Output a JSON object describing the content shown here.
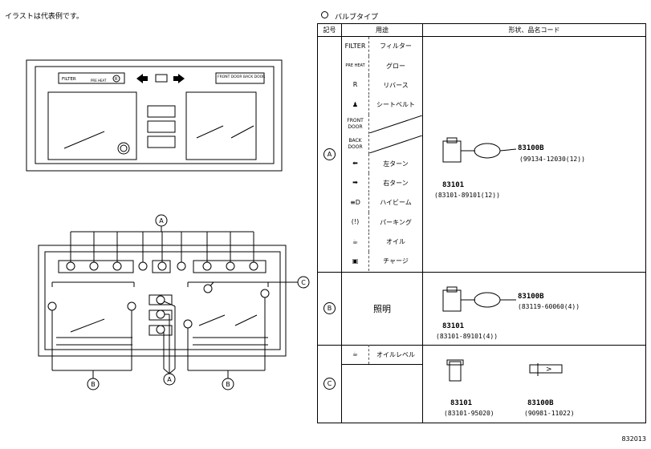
{
  "header": {
    "note": "イラストは代表例です。",
    "bulb_type_title": "バルブタイプ",
    "diagram_number": "832013"
  },
  "table": {
    "columns": [
      "記号",
      "用途",
      "形状、品名コード"
    ],
    "groups": [
      {
        "code": "A",
        "uses": [
          {
            "symbol": "FILTER",
            "label": "フィルター"
          },
          {
            "symbol": "PRE HEAT",
            "label": "グロー"
          },
          {
            "symbol": "R",
            "label": "リバース"
          },
          {
            "symbol": "seatbelt-icon",
            "label": "シートベルト"
          },
          {
            "symbol": "FRONT DOOR",
            "label": ""
          },
          {
            "symbol": "BACK DOOR",
            "label": ""
          },
          {
            "symbol": "left-arrow-icon",
            "label": "左ターン"
          },
          {
            "symbol": "right-arrow-icon",
            "label": "右ターン"
          },
          {
            "symbol": "high-beam-icon",
            "label": "ハイビーム"
          },
          {
            "symbol": "parking-icon",
            "label": "パーキング"
          },
          {
            "symbol": "oil-icon",
            "label": "オイル"
          },
          {
            "symbol": "battery-icon",
            "label": "チャージ"
          }
        ],
        "parts": [
          {
            "name": "83101",
            "code": "(83101-89101(12))"
          },
          {
            "name": "83100B",
            "code": "(99134-12030(12))"
          }
        ]
      },
      {
        "code": "B",
        "uses": [
          {
            "symbol": "",
            "label": "照明"
          }
        ],
        "parts": [
          {
            "name": "83101",
            "code": "(83101-89101(4))"
          },
          {
            "name": "83100B",
            "code": "(83119-60060(4))"
          }
        ]
      },
      {
        "code": "C",
        "uses": [
          {
            "symbol": "oil-icon",
            "label": "オイルレベル"
          }
        ],
        "parts": [
          {
            "name": "83101",
            "code": "(83101-95020)"
          },
          {
            "name": "83100B",
            "code": "(90981-11022)"
          }
        ]
      }
    ]
  },
  "panel": {
    "filter": "FILTER",
    "preheat": "PRE HEAT",
    "reverse": "R",
    "front_door": "FRONT DOOR",
    "back_door": "BACK DOOR"
  },
  "callouts": {
    "a": "A",
    "b": "B",
    "c": "C"
  }
}
